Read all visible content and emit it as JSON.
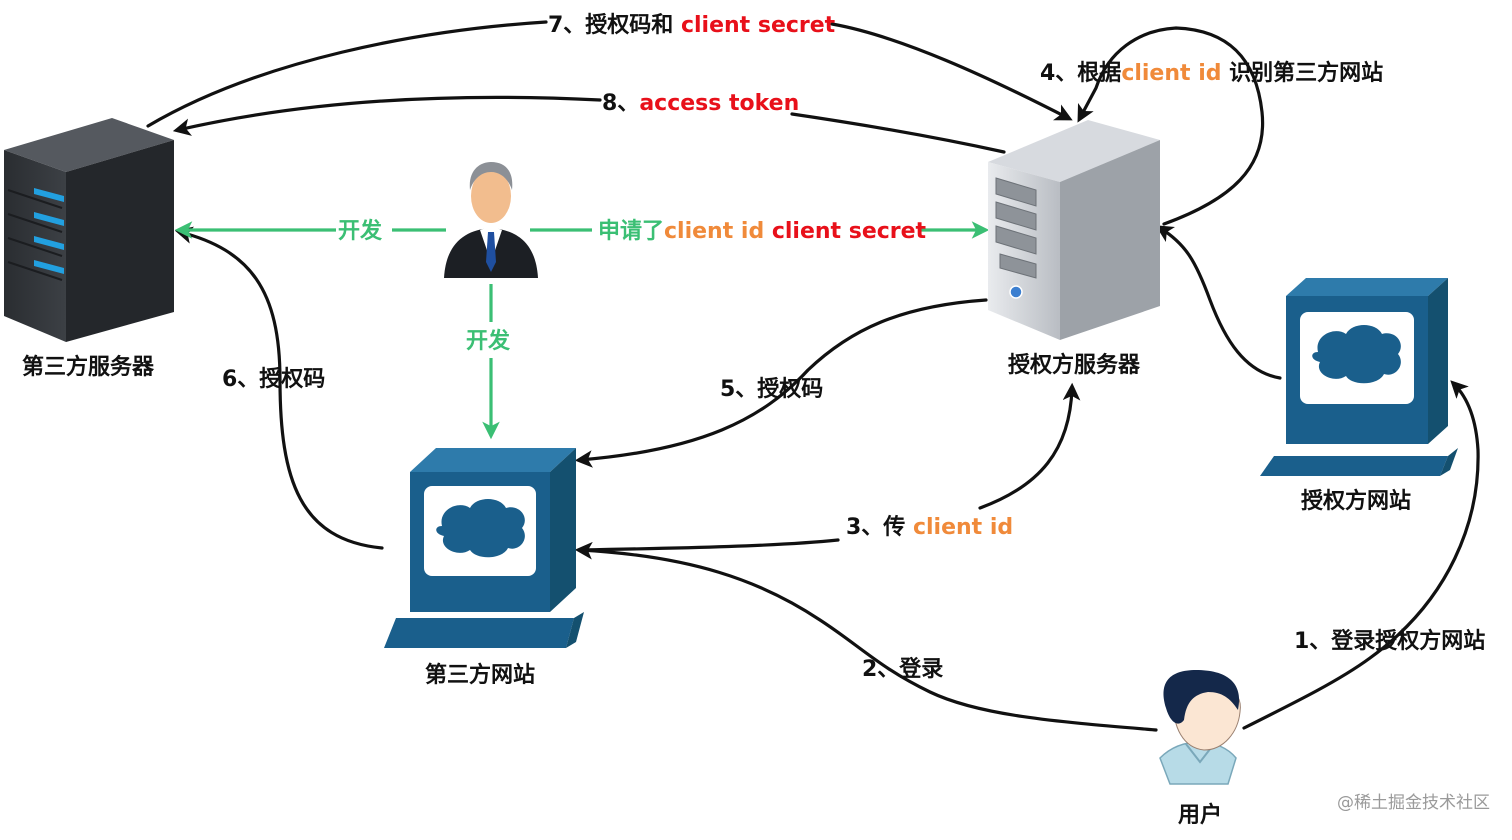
{
  "nodes": {
    "third_party_server": "第三方服务器",
    "auth_server": "授权方服务器",
    "auth_site": "授权方网站",
    "third_party_site": "第三方网站",
    "user": "用户"
  },
  "edges": {
    "e1": {
      "prefix": "1、登录授权方网站"
    },
    "e2": {
      "prefix": "2、登录"
    },
    "e3": {
      "prefix": "3、传 ",
      "term": "client id"
    },
    "e4": {
      "prefix": "4、根据",
      "term": "client id",
      "suffix": " 识别第三方网站"
    },
    "e5": {
      "prefix": "5、授权码"
    },
    "e6": {
      "prefix": "6、授权码"
    },
    "e7": {
      "prefix": "7、授权码和 ",
      "term": "client secret"
    },
    "e8": {
      "prefix": "8、",
      "term": "access token"
    },
    "dev_left": {
      "label": "开发"
    },
    "dev_down": {
      "label": "开发"
    },
    "apply": {
      "prefix": "申请了",
      "term1": "client id",
      "term2": " client secret"
    }
  },
  "watermark": "@稀土掘金技术社区",
  "colors": {
    "arrow": "#111111",
    "developer_arrow": "#3bbf74",
    "term_red": "#e8101a",
    "term_orange": "#f08a3a",
    "monitor_blue": "#1a5f8c"
  }
}
